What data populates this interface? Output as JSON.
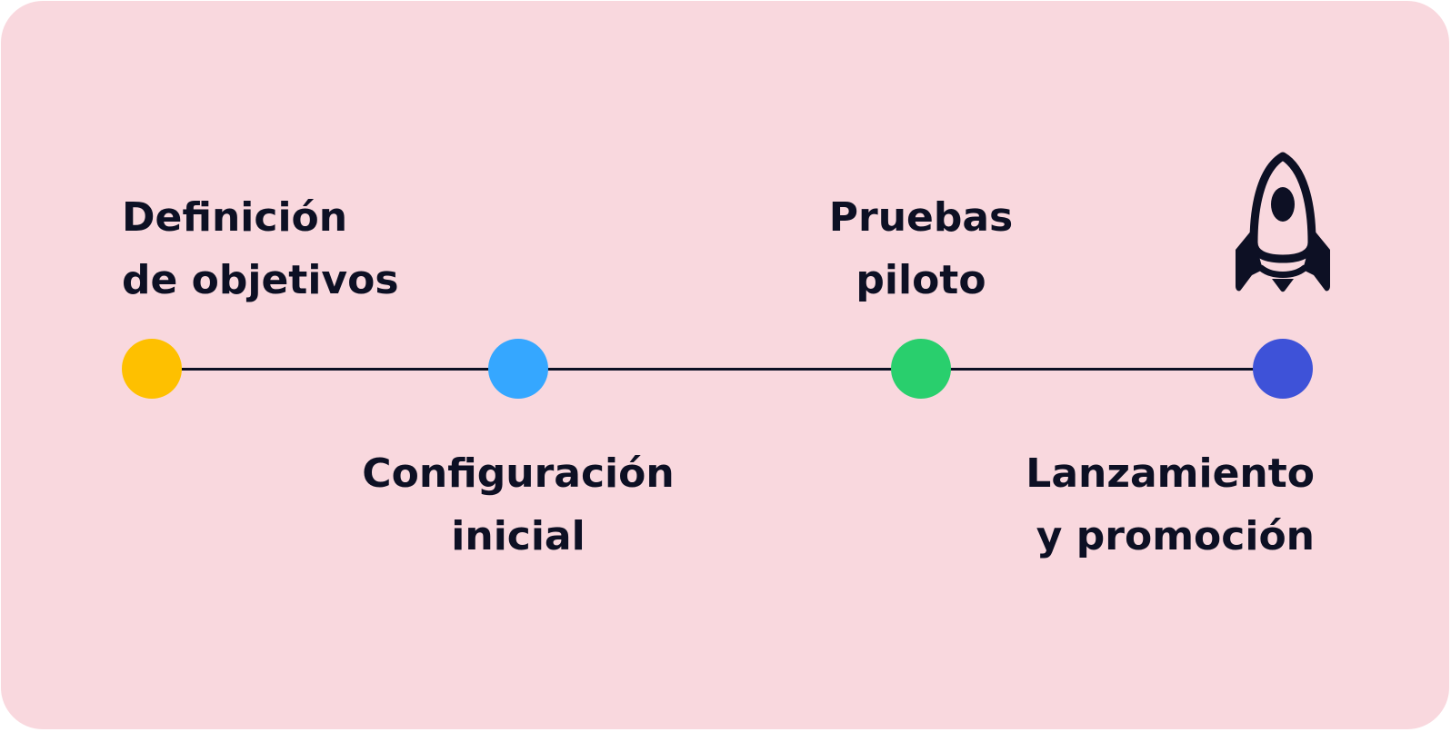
{
  "colors": {
    "background": "#f9d8de",
    "line": "#0d1024",
    "text": "#0d1024"
  },
  "steps": [
    {
      "line1": "Definición",
      "line2": "de objetivos",
      "color": "#fec000"
    },
    {
      "line1": "Configuración",
      "line2": "inicial",
      "color": "#35a7ff"
    },
    {
      "line1": "Pruebas",
      "line2": "piloto",
      "color": "#29cf6d"
    },
    {
      "line1": "Lanzamiento",
      "line2": "y promoción",
      "color": "#3e52d8"
    }
  ],
  "icon": "rocket-icon"
}
